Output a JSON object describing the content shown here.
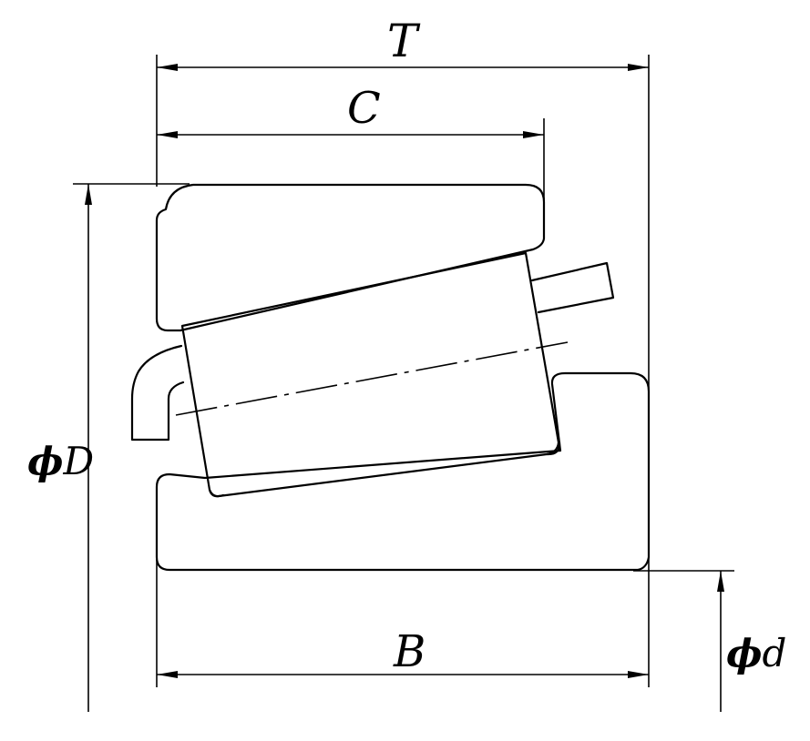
{
  "dimensions": {
    "T": "T",
    "C": "C",
    "B": "B",
    "D_phi": "ϕ",
    "D": "D",
    "d_phi": "ϕ",
    "d": "d"
  },
  "colors": {
    "line": "#000000",
    "background": "#ffffff"
  }
}
